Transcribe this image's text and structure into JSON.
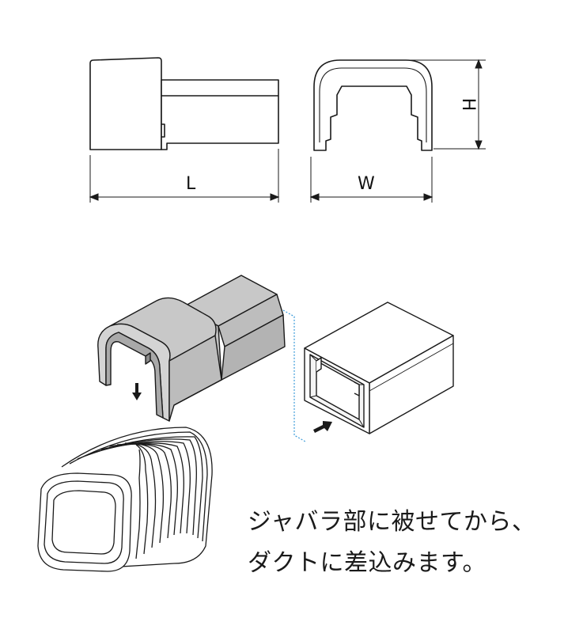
{
  "dimensions": {
    "length_label": "L",
    "width_label": "W",
    "height_label": "H"
  },
  "caption": {
    "line1": "ジャバラ部に被せてから、",
    "line2": "ダクトに差込みます。"
  },
  "colors": {
    "outline": "#1a1a1a",
    "connector_fill": "#c8c8c8",
    "duct_fill": "#ffffff",
    "guide_line": "#3a9ad9"
  }
}
